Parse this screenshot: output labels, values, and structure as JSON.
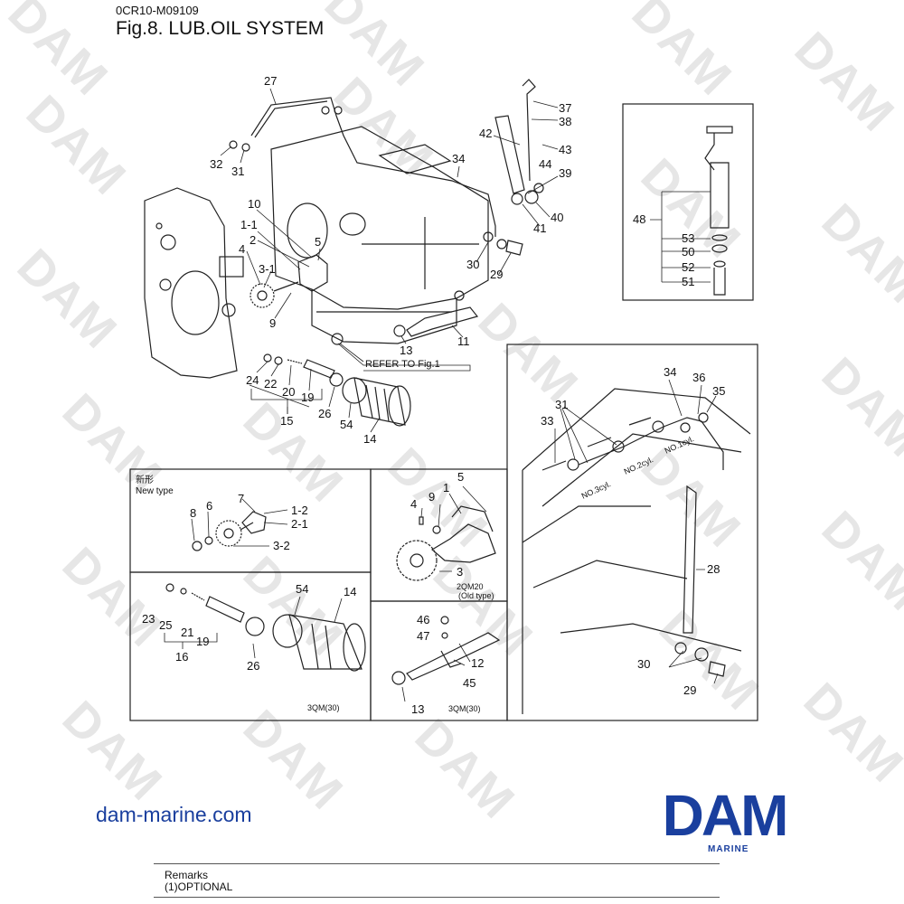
{
  "header": {
    "doc_code": "0CR10-M09109",
    "title": "Fig.8.  LUB.OIL SYSTEM"
  },
  "watermark": {
    "text": "DAM",
    "color": "#e6e6e6"
  },
  "main_diagram": {
    "labels": [
      "27",
      "32",
      "31",
      "34",
      "42",
      "37",
      "38",
      "43",
      "44",
      "39",
      "40",
      "41",
      "30",
      "29",
      "10",
      "1-1",
      "2",
      "4",
      "5",
      "3-1",
      "9",
      "13",
      "11",
      "24",
      "22",
      "20",
      "19",
      "15",
      "26",
      "54",
      "14"
    ],
    "refer_note": "REFER TO Fig.1"
  },
  "dipstick_inset": {
    "labels": [
      "48",
      "53",
      "50",
      "52",
      "51"
    ]
  },
  "new_type_panel": {
    "caption_jp": "新形",
    "caption": "New type",
    "labels": [
      "7",
      "6",
      "8",
      "1-2",
      "2-1",
      "3-2"
    ]
  },
  "old_type_panel": {
    "labels": [
      "4",
      "9",
      "1",
      "5",
      "3"
    ],
    "model": "2QM20",
    "variant": "(Old type)"
  },
  "filter_panel": {
    "labels": [
      "54",
      "14",
      "23",
      "25",
      "21",
      "19",
      "16",
      "26"
    ],
    "model": "3QM(30)"
  },
  "pipe_panel": {
    "labels": [
      "46",
      "47",
      "12",
      "45",
      "13"
    ],
    "model": "3QM(30)"
  },
  "engine_panel": {
    "labels": [
      "34",
      "36",
      "35",
      "31",
      "33",
      "28",
      "30",
      "29"
    ],
    "cylinders": [
      "NO.3cyl.",
      "NO.2cyl.",
      "NO.1cyl."
    ]
  },
  "footer": {
    "website": "dam-marine.com",
    "logo_text": "DAM",
    "logo_sub": "MARINE",
    "remarks_title": "Remarks",
    "remarks_item": "(1)OPTIONAL",
    "brand_color": "#1a3f9e"
  }
}
